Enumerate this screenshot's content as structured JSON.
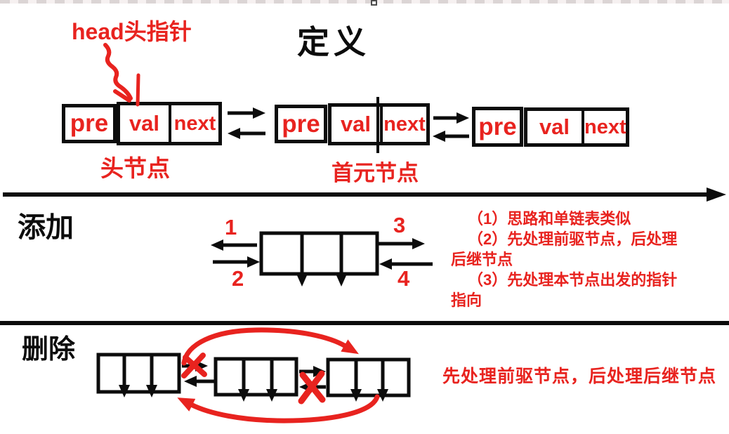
{
  "colors": {
    "ink_black": "#0c0c0c",
    "ink_red": "#e8231f",
    "selection_gray": "#d7d0d0"
  },
  "definition": {
    "title": "定义",
    "head_pointer_label": "head头指针",
    "nodes": [
      {
        "pre": "pre",
        "val": "val",
        "next": "next",
        "caption": "头节点"
      },
      {
        "pre": "pre",
        "val": "val",
        "next": "next",
        "caption": "首元节点"
      },
      {
        "pre": "pre",
        "val": "val",
        "next": "next",
        "caption": ""
      }
    ]
  },
  "add": {
    "heading": "添加",
    "step_labels": [
      "1",
      "2",
      "3",
      "4"
    ],
    "note_lines": [
      "（1）思路和单链表类似",
      "（2）先处理前驱节点，后处理",
      "后继节点",
      "（3）先处理本节点出发的指针",
      "指向"
    ]
  },
  "delete": {
    "heading": "删除",
    "note": "先处理前驱节点，后处理后继节点"
  }
}
